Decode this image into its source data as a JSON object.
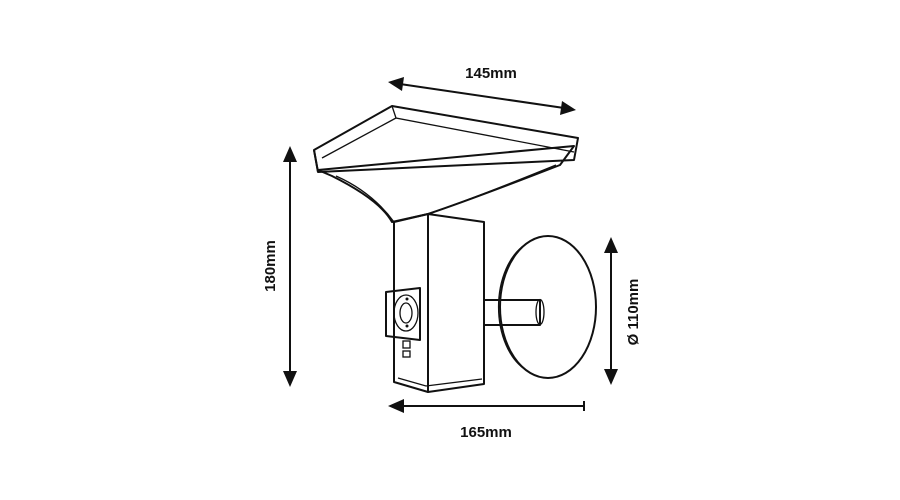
{
  "dimensions": {
    "top_width": "145mm",
    "height": "180mm",
    "base_diameter": "Ø 110mm",
    "depth": "165mm"
  },
  "colors": {
    "ink": "#111111",
    "texture": "#b8b8b8",
    "background": "#ffffff"
  }
}
